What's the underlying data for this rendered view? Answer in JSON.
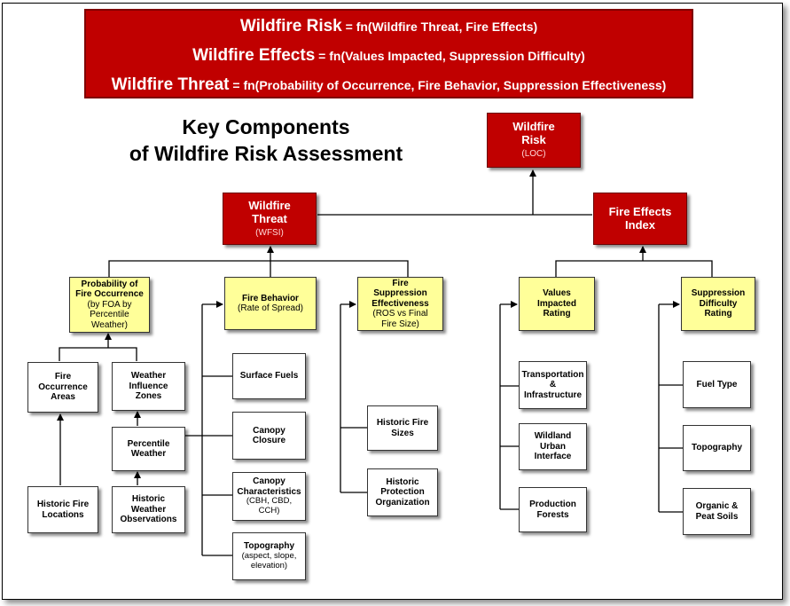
{
  "banner": {
    "line1": {
      "bold": "Wildfire Risk",
      "rest": " = fn(Wildfire Threat, Fire Effects)"
    },
    "line2": {
      "bold": "Wildfire Effects",
      "rest": " = fn(Values Impacted, Suppression Difficulty)"
    },
    "line3": {
      "bold": "Wildfire Threat",
      "rest": " = fn(Probability of Occurrence, Fire Behavior, Suppression Effectiveness)"
    }
  },
  "title": {
    "line1": "Key Components",
    "line2": "of Wildfire Risk Assessment"
  },
  "nodes": {
    "risk": {
      "main": "Wildfire\nRisk",
      "sub": "(LOC)"
    },
    "threat": {
      "main": "Wildfire\nThreat",
      "sub": "(WFSI)"
    },
    "effects": {
      "main": "Fire Effects\nIndex",
      "sub": ""
    },
    "probability": {
      "main": "Probability of\nFire Occurrence",
      "sub": "(by FOA by\nPercentile\nWeather)"
    },
    "behavior": {
      "main": "Fire Behavior",
      "sub": "(Rate of Spread)"
    },
    "suppression_eff": {
      "main": "Fire\nSuppression\nEffectiveness",
      "sub": "(ROS vs Final\nFire Size)"
    },
    "values": {
      "main": "Values\nImpacted\nRating",
      "sub": ""
    },
    "difficulty": {
      "main": "Suppression\nDifficulty\nRating",
      "sub": ""
    },
    "occurrence_areas": {
      "main": "Fire\nOccurrence\nAreas",
      "sub": ""
    },
    "weather_zones": {
      "main": "Weather\nInfluence\nZones",
      "sub": ""
    },
    "percentile_weather": {
      "main": "Percentile\nWeather",
      "sub": ""
    },
    "historic_locations": {
      "main": "Historic Fire\nLocations",
      "sub": ""
    },
    "historic_weather": {
      "main": "Historic\nWeather\nObservations",
      "sub": ""
    },
    "surface_fuels": {
      "main": "Surface Fuels",
      "sub": ""
    },
    "canopy_closure": {
      "main": "Canopy\nClosure",
      "sub": ""
    },
    "canopy_char": {
      "main": "Canopy\nCharacteristics",
      "sub": "(CBH, CBD,\nCCH)"
    },
    "topography_fb": {
      "main": "Topography",
      "sub": "(aspect, slope,\nelevation)"
    },
    "historic_sizes": {
      "main": "Historic Fire\nSizes",
      "sub": ""
    },
    "historic_protection": {
      "main": "Historic\nProtection\nOrganization",
      "sub": ""
    },
    "transportation": {
      "main": "Transportation\n&\nInfrastructure",
      "sub": ""
    },
    "wui": {
      "main": "Wildland\nUrban\nInterface",
      "sub": ""
    },
    "production": {
      "main": "Production\nForests",
      "sub": ""
    },
    "fuel_type": {
      "main": "Fuel Type",
      "sub": ""
    },
    "topography_sd": {
      "main": "Topography",
      "sub": ""
    },
    "peat": {
      "main": "Organic &\nPeat Soils",
      "sub": ""
    }
  },
  "colors": {
    "red": "#c00000",
    "yellow": "#ffff99",
    "white": "#ffffff",
    "line": "#000000"
  }
}
